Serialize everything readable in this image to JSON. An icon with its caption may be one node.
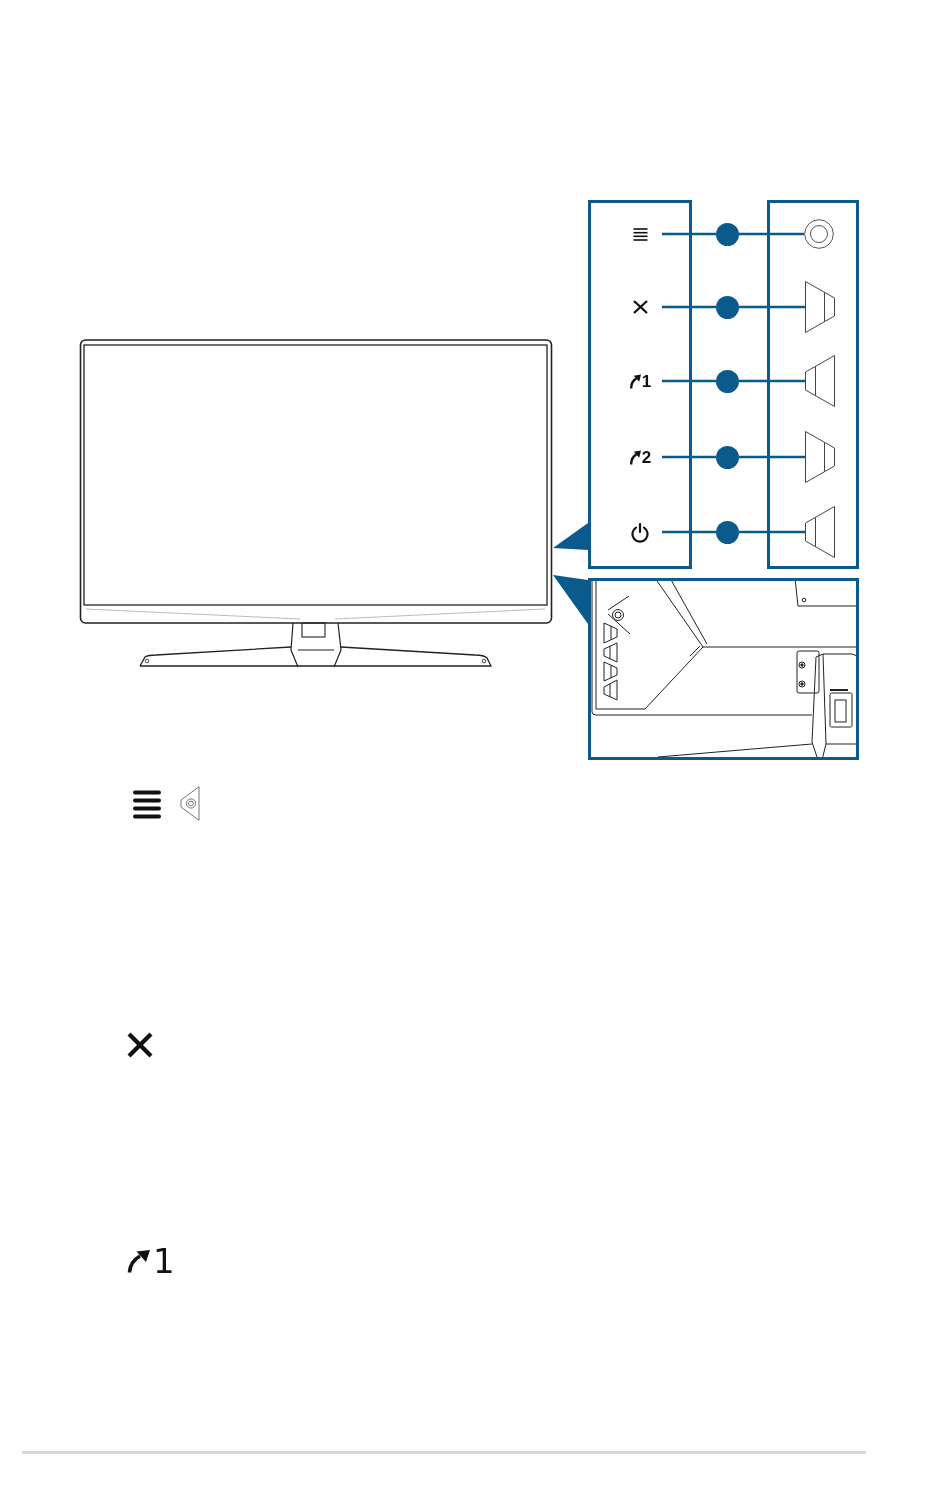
{
  "diagram": {
    "nodes": [
      {
        "text": [],
        "shape": "picture"
      },
      {
        "text": [],
        "shape": "box"
      },
      {
        "text": [],
        "shape": "icon",
        "in": 1
      },
      {
        "text": [],
        "shape": "icon",
        "in": 1
      },
      {
        "text": [
          "1"
        ],
        "in": 1
      },
      {
        "text": [
          "2"
        ],
        "in": 1
      },
      {
        "text": [],
        "shape": "icon",
        "in": 1
      },
      {
        "text": [],
        "shape": "circle"
      },
      {
        "text": [],
        "shape": "circle"
      },
      {
        "text": [],
        "shape": "circle"
      },
      {
        "text": [],
        "shape": "circle"
      },
      {
        "text": [],
        "shape": "circle"
      },
      {
        "text": [],
        "shape": "box"
      },
      {
        "text": [],
        "shape": "circle",
        "in": 12
      },
      {
        "text": [],
        "shape": "trapezoid",
        "in": 12
      },
      {
        "text": [],
        "shape": "trapezoid",
        "in": 12
      },
      {
        "text": [],
        "shape": "trapezoid",
        "in": 12
      },
      {
        "text": [],
        "shape": "trapezoid",
        "in": 12
      },
      {
        "text": [],
        "shape": "picture"
      }
    ],
    "edges": [
      {
        "from": 1,
        "to": 0,
        "arrow": "to",
        "style": "thick"
      },
      {
        "from": 18,
        "to": 0,
        "arrow": "to",
        "style": "thick"
      },
      {
        "from": 2,
        "to": 7,
        "arrow": "none"
      },
      {
        "from": 7,
        "to": 13,
        "arrow": "none"
      },
      {
        "from": 3,
        "to": 8,
        "arrow": "none"
      },
      {
        "from": 8,
        "to": 14,
        "arrow": "none"
      },
      {
        "from": 4,
        "to": 9,
        "arrow": "none"
      },
      {
        "from": 9,
        "to": 15,
        "arrow": "none"
      },
      {
        "from": 5,
        "to": 10,
        "arrow": "none"
      },
      {
        "from": 10,
        "to": 16,
        "arrow": "none"
      },
      {
        "from": 6,
        "to": 11,
        "arrow": "none"
      },
      {
        "from": 11,
        "to": 17,
        "arrow": "none"
      }
    ],
    "labels": [
      "1"
    ]
  }
}
